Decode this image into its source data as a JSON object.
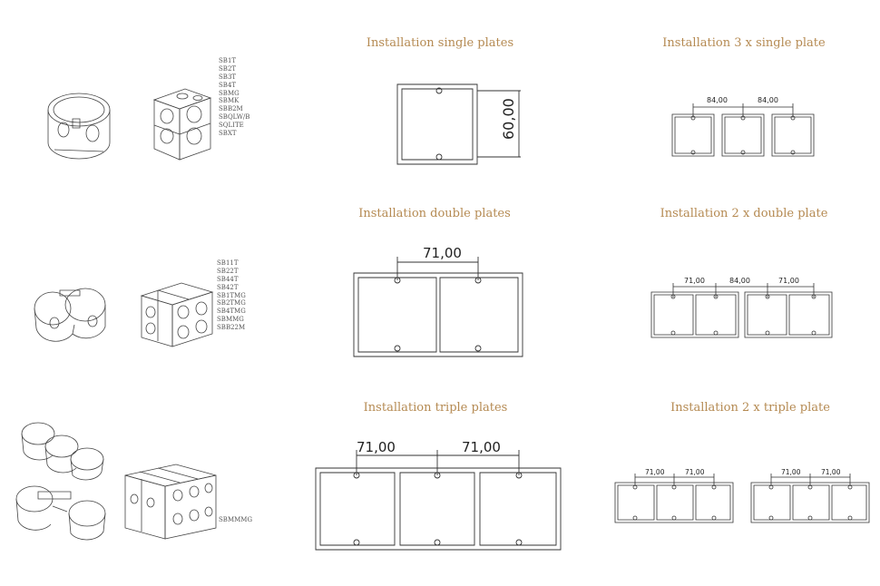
{
  "titles": {
    "single": "Installation single plates",
    "triple_single": "Installation 3 x single plate",
    "double": "Installation double plates",
    "two_double": "Installation 2 x double plate",
    "triple": "Installation triple plates",
    "two_triple": "Installation 2 x triple plate"
  },
  "codes_row1": [
    "SB1T",
    "SB2T",
    "SB3T",
    "SB4T",
    "SBMG",
    "SBMK",
    "SBB2M",
    "SBQLW/B",
    "SQLITE",
    "SBXT"
  ],
  "codes_row2": [
    "SB11T",
    "SB22T",
    "SB44T",
    "SB42T",
    "SB1TMG",
    "SB2TMG",
    "SB4TMG",
    "SBMMG",
    "SBB22M"
  ],
  "codes_row3": [
    "SBMMMG"
  ],
  "dims": {
    "single_height": "60,00",
    "three_single_a": "84,00",
    "three_single_b": "84,00",
    "double_width": "71,00",
    "two_double_a": "71,00",
    "two_double_b": "84,00",
    "two_double_c": "71,00",
    "triple_a": "71,00",
    "triple_b": "71,00",
    "two_triple_left_a": "71,00",
    "two_triple_left_b": "71,00",
    "two_triple_right_a": "71,00",
    "two_triple_right_b": "71,00"
  },
  "colors": {
    "title": "#b58a52",
    "line": "#333333"
  }
}
